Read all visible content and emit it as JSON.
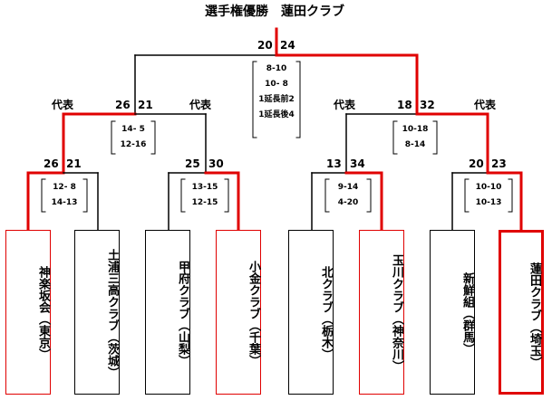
{
  "title": "選手権優勝　蓮田クラブ",
  "daihyo_label": "代表",
  "teams": [
    {
      "name": "神楽坂会（東京）"
    },
    {
      "name": "土浦三高クラブ（茨城）"
    },
    {
      "name": "甲府クラブ（山梨）"
    },
    {
      "name": "小金クラブ（千葉）"
    },
    {
      "name": "北クラブ（栃木）"
    },
    {
      "name": "玉川クラブ（神奈川）"
    },
    {
      "name": "新鮮組（群馬）"
    },
    {
      "name": "蓮田クラブ（埼玉）"
    }
  ],
  "round1": [
    {
      "left": "26",
      "right": "21",
      "innings": [
        "12- 8",
        "14-13"
      ]
    },
    {
      "left": "25",
      "right": "30",
      "innings": [
        "13-15",
        "12-15"
      ]
    },
    {
      "left": "13",
      "right": "34",
      "innings": [
        "9-14",
        "4-20"
      ]
    },
    {
      "left": "20",
      "right": "23",
      "innings": [
        "10-10",
        "10-13"
      ]
    }
  ],
  "semis": [
    {
      "left": "26",
      "right": "21",
      "innings": [
        "14- 5",
        "12-16"
      ]
    },
    {
      "left": "18",
      "right": "32",
      "innings": [
        "10-18",
        "8-14"
      ]
    }
  ],
  "final": {
    "left": "20",
    "right": "24",
    "innings": [
      "8-10",
      "10- 8",
      "1延長前2",
      "1延長後4"
    ]
  }
}
